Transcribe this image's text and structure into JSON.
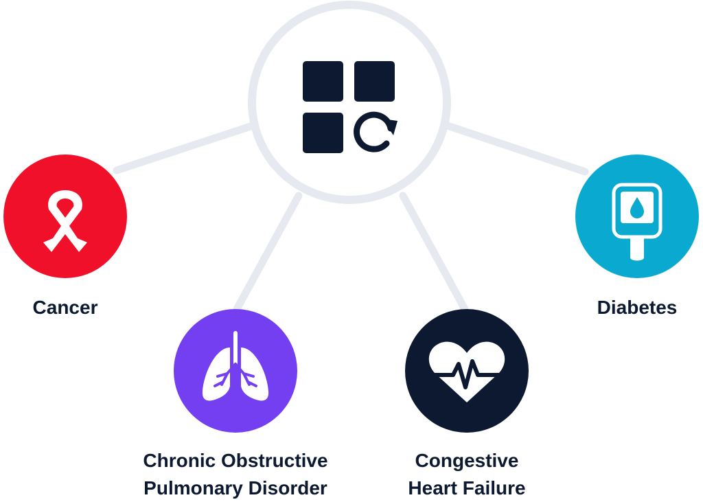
{
  "colors": {
    "connector": "#e6e9f0",
    "hub_icon": "#0d1930",
    "cancer": "#f0102a",
    "copd": "#733ff0",
    "chf": "#0d1930",
    "diabetes": "#0aa9cf",
    "label": "#0d1930"
  },
  "hub": {
    "icon": "apps-refresh-icon"
  },
  "conditions": [
    {
      "key": "cancer",
      "icon": "awareness-ribbon-icon",
      "label_lines": [
        "Cancer"
      ]
    },
    {
      "key": "copd",
      "icon": "lungs-icon",
      "label_lines": [
        "Chronic Obstructive",
        "Pulmonary Disorder"
      ]
    },
    {
      "key": "chf",
      "icon": "heart-pulse-icon",
      "label_lines": [
        "Congestive",
        "Heart Failure"
      ]
    },
    {
      "key": "diabetes",
      "icon": "glucose-meter-icon",
      "label_lines": [
        "Diabetes"
      ]
    }
  ]
}
